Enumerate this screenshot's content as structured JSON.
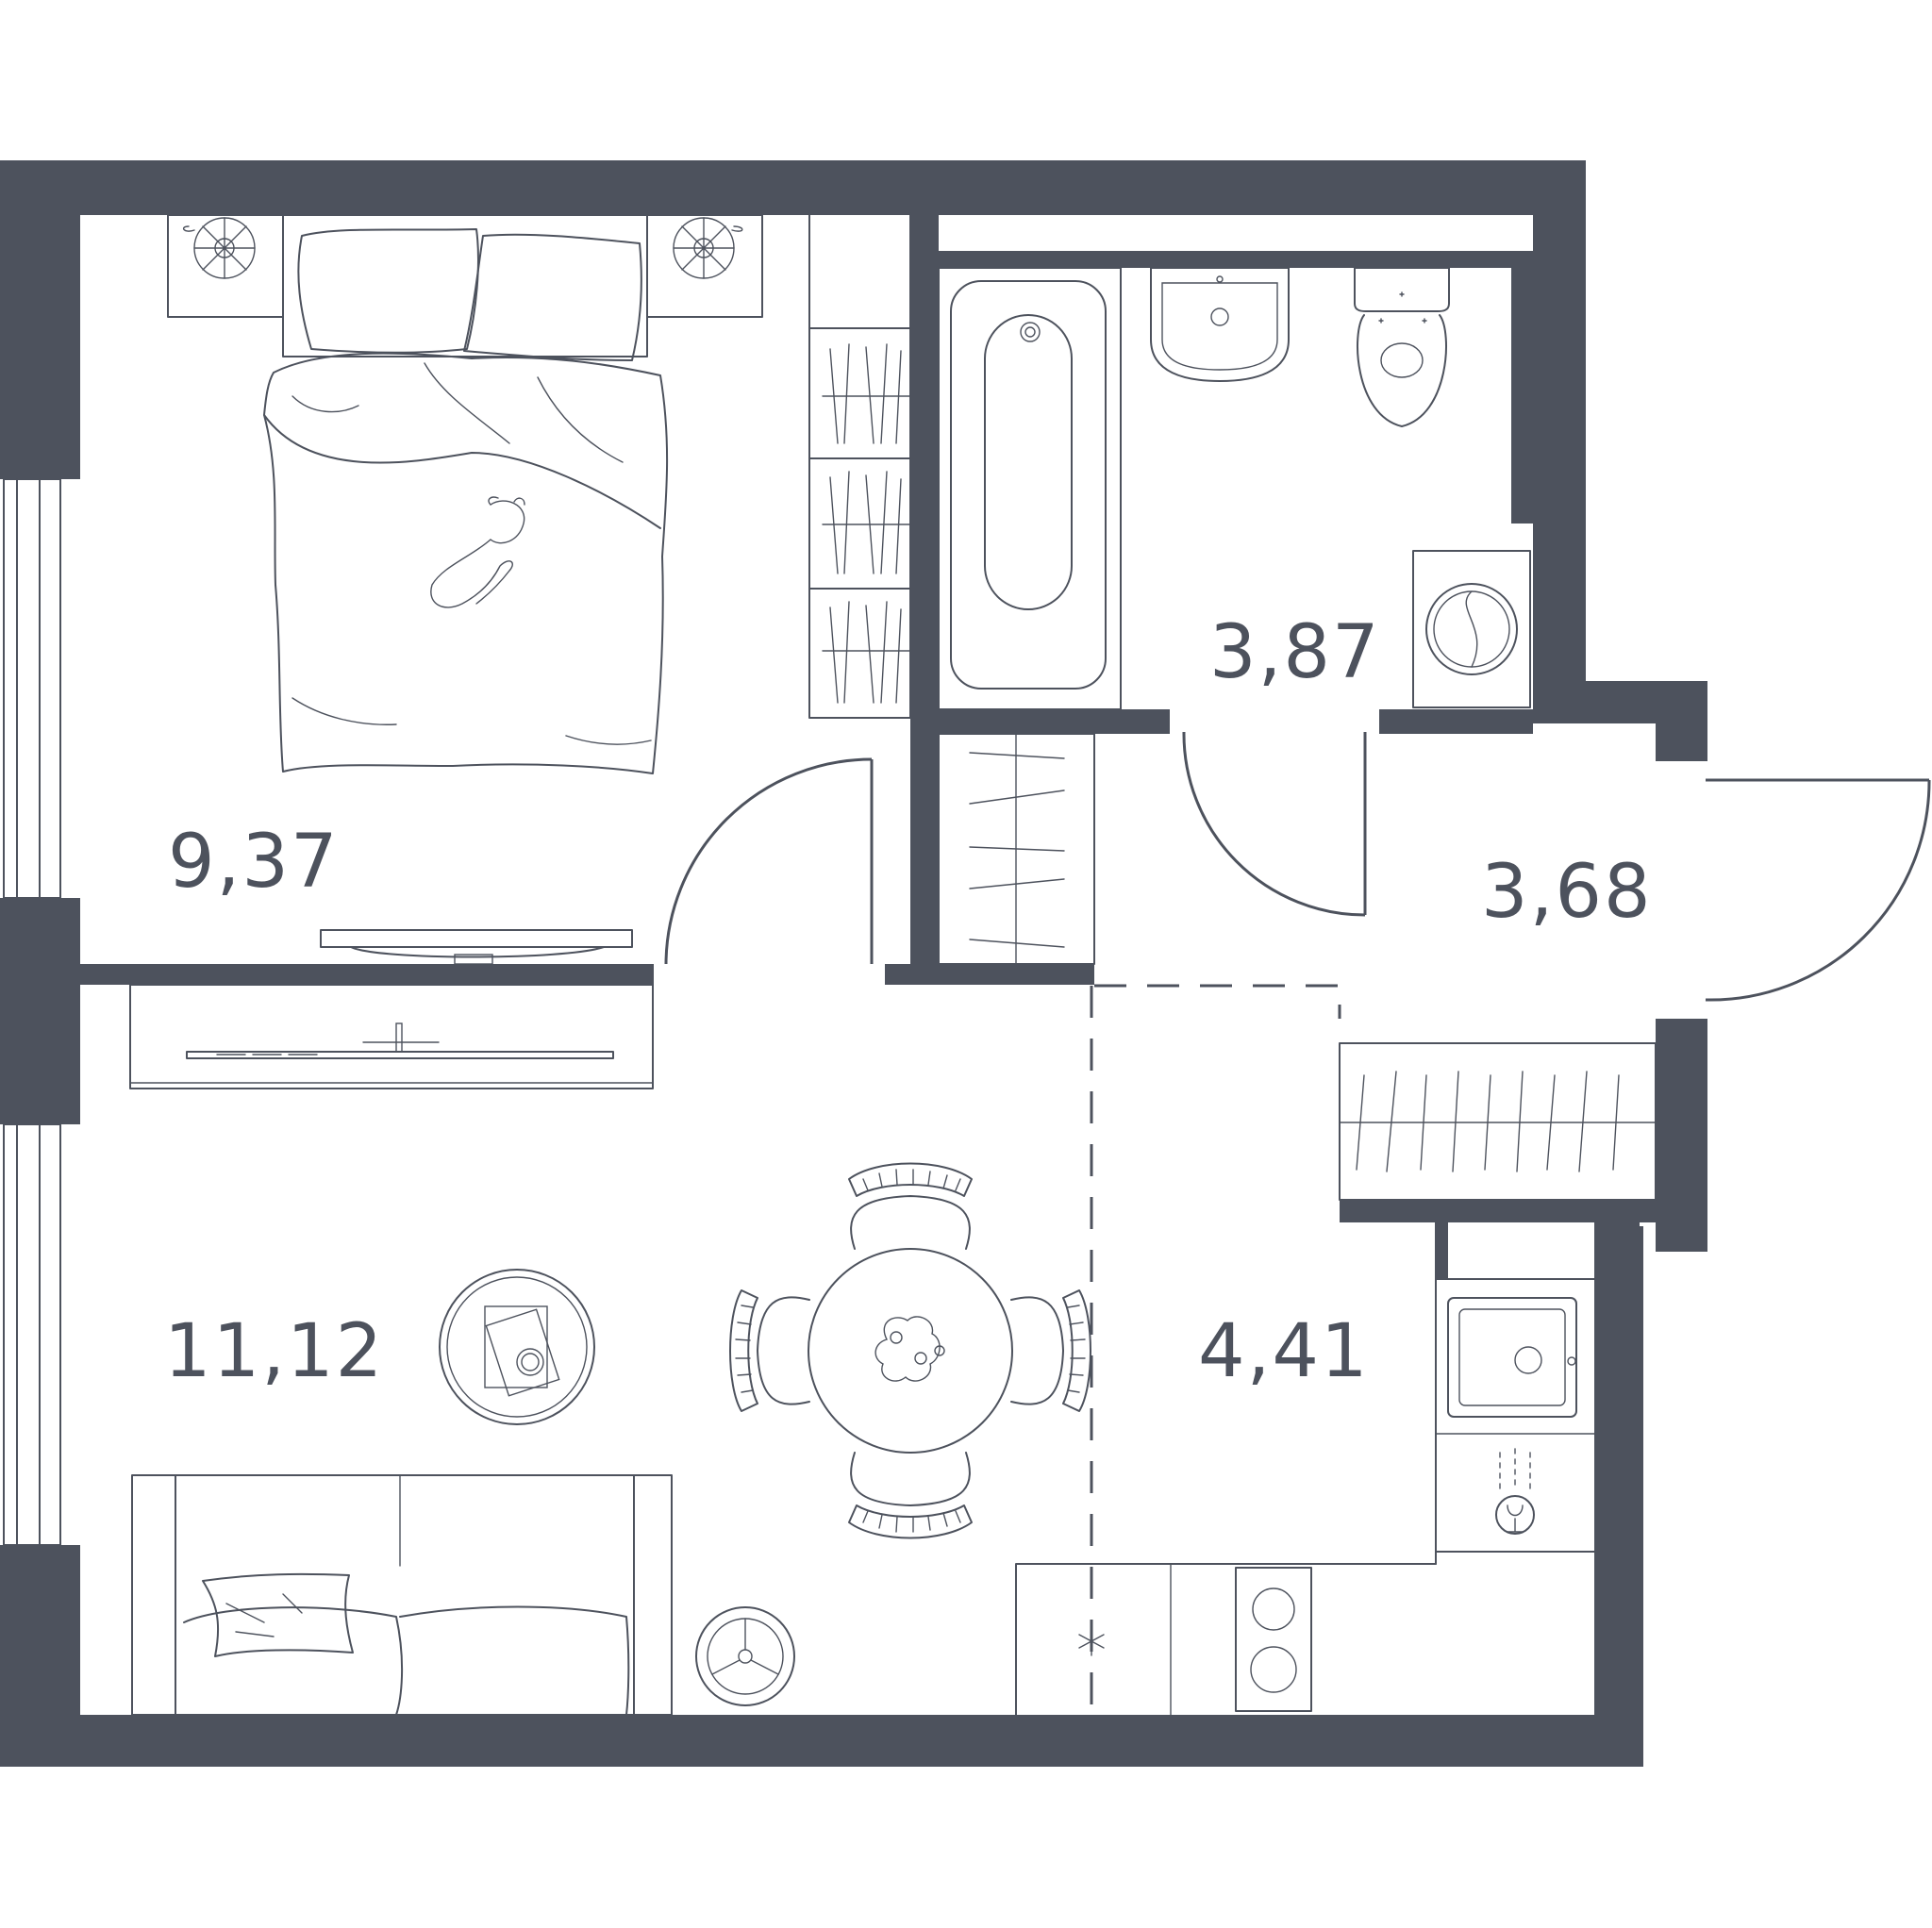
{
  "plan": {
    "wall_color": "#4d525d",
    "rooms": [
      {
        "id": "bedroom",
        "area": "9,37"
      },
      {
        "id": "living-room",
        "area": "11,12"
      },
      {
        "id": "kitchen",
        "area": "4,41"
      },
      {
        "id": "bathroom",
        "area": "3,87"
      },
      {
        "id": "hallway",
        "area": "3,68"
      }
    ]
  }
}
